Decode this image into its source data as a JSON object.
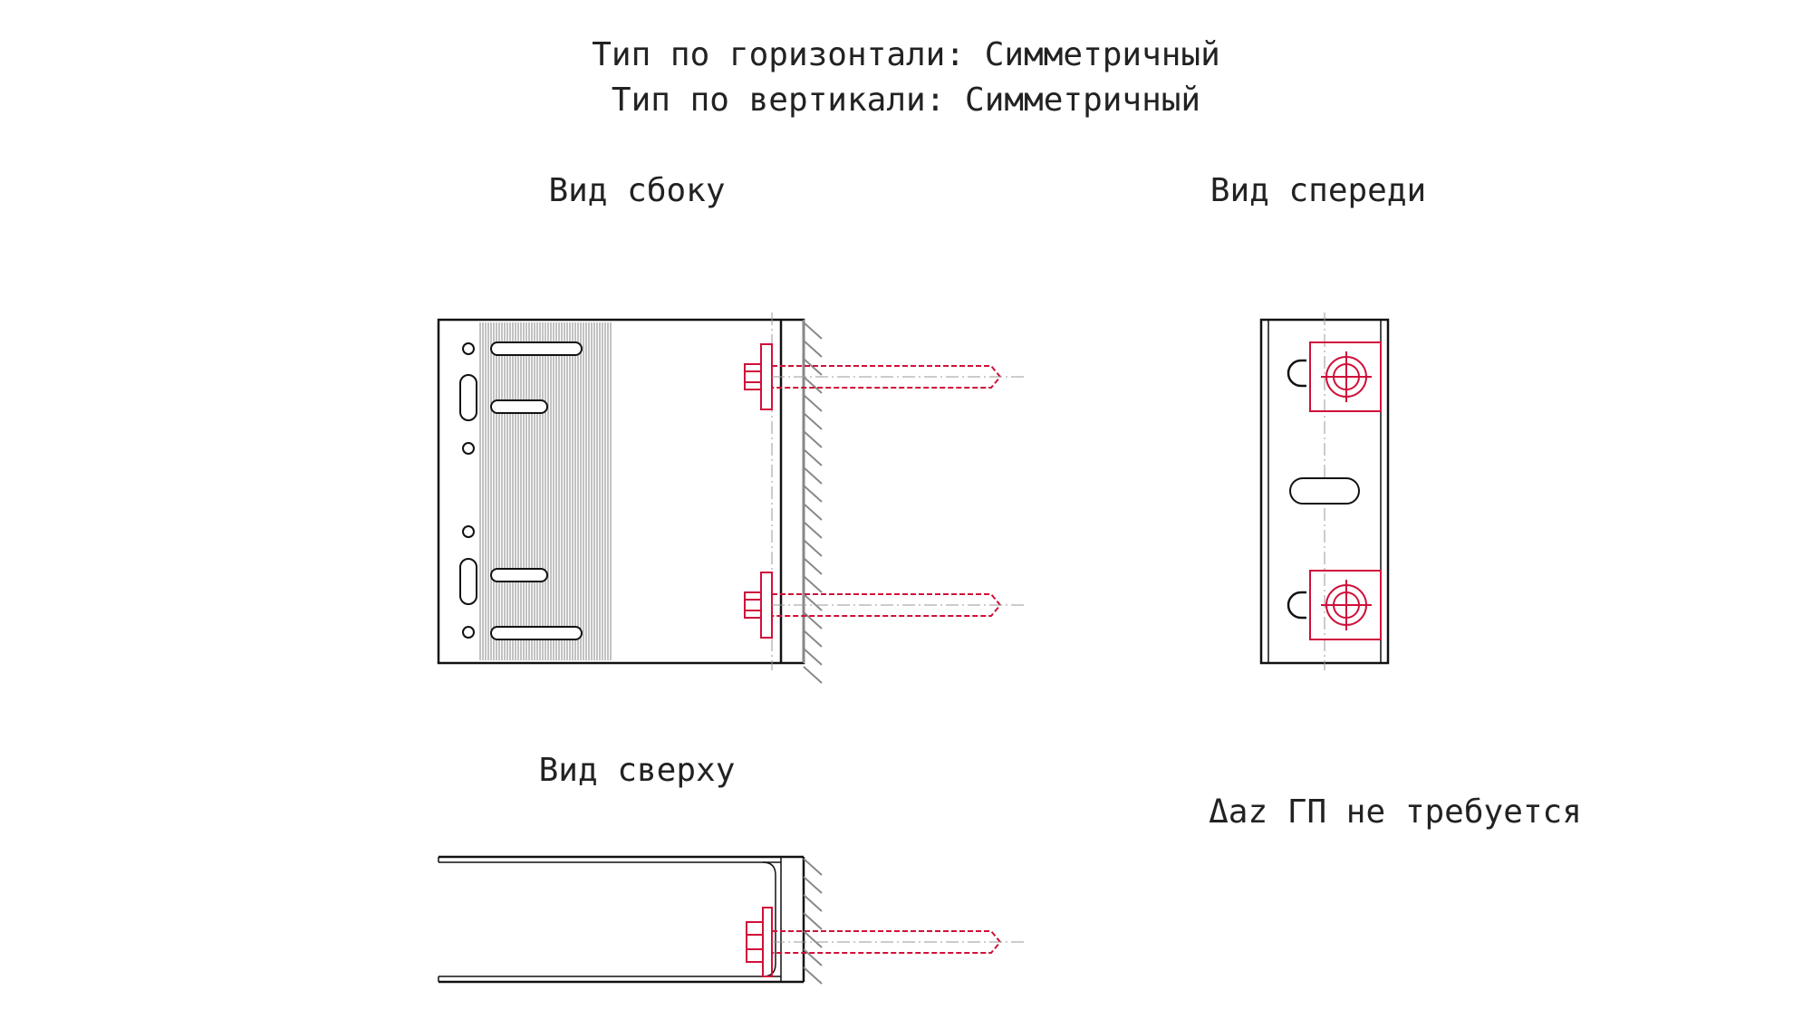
{
  "header": {
    "line1": "Тип по горизонтали: Симметричный",
    "line2": "Тип по вертикали: Симметричный"
  },
  "views": {
    "side_title": "Вид сбоку",
    "front_title": "Вид спереди",
    "top_title": "Вид сверху"
  },
  "note": "Δaz ГП не требуется",
  "colors": {
    "fastener": "#d0103a",
    "outline": "#111111",
    "hatch": "#999999"
  }
}
